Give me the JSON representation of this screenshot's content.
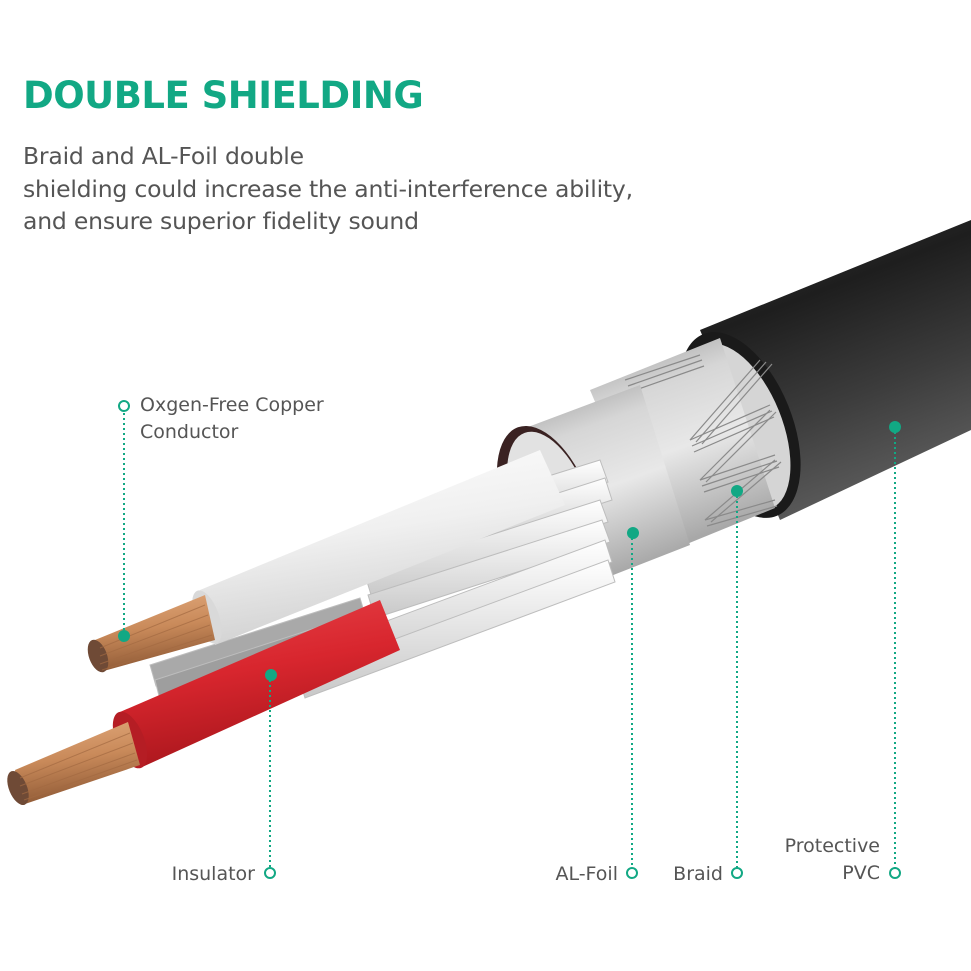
{
  "header": {
    "title": "DOUBLE SHIELDING",
    "description_lines": [
      "Braid and AL-Foil double",
      "shielding could increase the anti-interference ability,",
      "and ensure superior fidelity sound"
    ]
  },
  "callouts": {
    "conductor": {
      "line1": "Oxgen-Free Copper",
      "line2": "Conductor"
    },
    "insulator": {
      "label": "Insulator"
    },
    "al_foil": {
      "label": "AL-Foil"
    },
    "braid": {
      "label": "Braid"
    },
    "pvc": {
      "line1": "Protective",
      "line2": "PVC"
    }
  },
  "colors": {
    "accent": "#12a884",
    "text": "#555555",
    "jacket": "#2b2b2b",
    "red_insulator": "#d8262e",
    "white_insulator": "#f2f2f2",
    "copper": "#c98a5a",
    "foil": "#b9b9b9"
  },
  "icons": {
    "marker_dot": "filled-circle",
    "marker_ring": "hollow-circle"
  }
}
